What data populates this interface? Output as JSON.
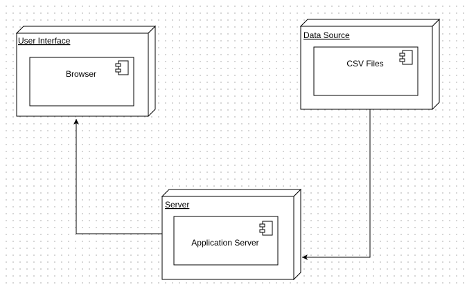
{
  "diagram": {
    "nodes": [
      {
        "id": "ui",
        "title": "User Interface",
        "component": {
          "label": "Browser",
          "icon": "component-icon"
        }
      },
      {
        "id": "ds",
        "title": "Data Source",
        "component": {
          "label": "CSV Files",
          "icon": "component-icon"
        }
      },
      {
        "id": "srv",
        "title": "Server",
        "component": {
          "label": "Application Server",
          "icon": "component-icon"
        }
      }
    ],
    "edges": [
      {
        "from": "srv",
        "to": "ui"
      },
      {
        "from": "ds",
        "to": "srv"
      }
    ],
    "colors": {
      "stroke": "#000000",
      "fill": "#ffffff",
      "grid": "#c9c9c9"
    }
  }
}
